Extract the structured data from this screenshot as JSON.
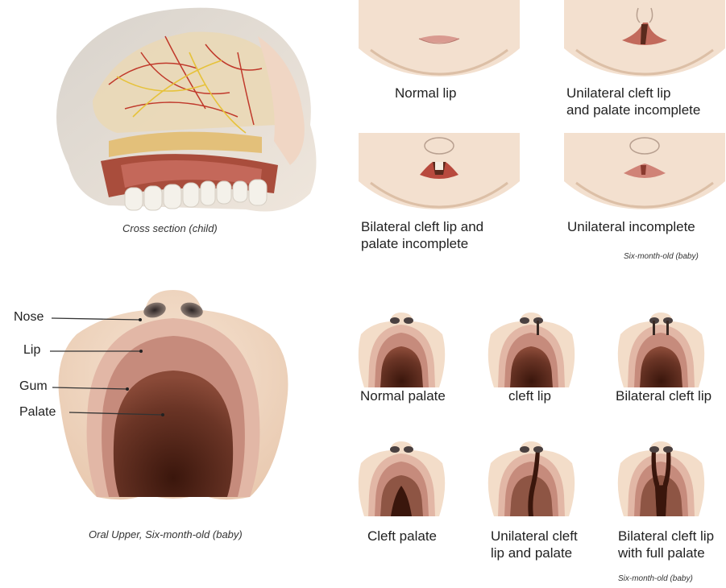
{
  "cross_section": {
    "caption": "Cross section (child)"
  },
  "lip_types": {
    "items": [
      {
        "line1": "Normal lip",
        "line2": ""
      },
      {
        "line1": "Unilateral cleft lip",
        "line2": "and palate incomplete"
      },
      {
        "line1": "Bilateral cleft lip and",
        "line2": "palate incomplete"
      },
      {
        "line1": "Unilateral incomplete",
        "line2": ""
      }
    ],
    "note": "Six-month-old (baby)"
  },
  "oral_upper": {
    "labels": [
      "Nose",
      "Lip",
      "Gum",
      "Palate"
    ],
    "caption": "Oral Upper, Six-month-old (baby)"
  },
  "palate_types": {
    "items": [
      {
        "line1": "Normal palate",
        "line2": ""
      },
      {
        "line1": "cleft lip",
        "line2": ""
      },
      {
        "line1": "Bilateral cleft lip",
        "line2": ""
      },
      {
        "line1": "Cleft palate",
        "line2": ""
      },
      {
        "line1": "Unilateral cleft",
        "line2": "lip and palate"
      },
      {
        "line1": "Bilateral cleft lip",
        "line2": "with full palate"
      }
    ],
    "note": "Six-month-old (baby)"
  },
  "colors": {
    "skin": "#f2dcc6",
    "lip_band": "#d9a99a",
    "gum_band": "#c98d80",
    "palate_dark": "#5a2a1d",
    "nostril": "#4a4040"
  }
}
